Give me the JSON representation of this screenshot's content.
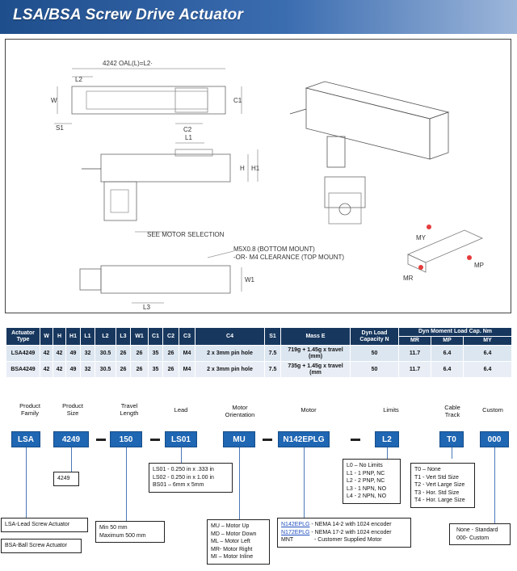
{
  "header": {
    "title": "LSA/BSA Screw Drive Actuator"
  },
  "drawing": {
    "oal_label": "4242 OAL(L)=L2·",
    "motor_selection_label": "SEE MOTOR SELECTION",
    "mount_note_1": "M5X0.8 (BOTTOM MOUNT)",
    "mount_note_2": "-OR- M4 CLEARANCE (TOP MOUNT)",
    "dim_labels": [
      "L2",
      "W",
      "C1",
      "S1",
      "C2",
      "L1",
      "H",
      "H1",
      "W1",
      "L3"
    ],
    "moment_labels": [
      "MY",
      "MR",
      "MP"
    ]
  },
  "spec_table": {
    "headers": [
      "Actuator Type",
      "W",
      "H",
      "H1",
      "L1",
      "L2",
      "L3",
      "W1",
      "C1",
      "C2",
      "C3",
      "C4",
      "S1",
      "Mass E",
      "Dyn Load Capacity N",
      "MR",
      "MP",
      "MY"
    ],
    "moment_group_label": "Dyn Moment Load Cap. Nm",
    "rows": [
      [
        "LSA4249",
        "42",
        "42",
        "49",
        "32",
        "30.5",
        "26",
        "26",
        "35",
        "26",
        "M4",
        "2 x 3mm pin hole",
        "7.5",
        "719g + 1.45g x travel (mm)",
        "50",
        "11.7",
        "6.4",
        "6.4"
      ],
      [
        "BSA4249",
        "42",
        "42",
        "49",
        "32",
        "30.5",
        "26",
        "26",
        "35",
        "26",
        "M4",
        "2 x 3mm pin hole",
        "7.5",
        "735g + 1.45g x travel (mm",
        "50",
        "11.7",
        "6.4",
        "6.4"
      ]
    ]
  },
  "part_number": {
    "fields": [
      {
        "header": "Product Family",
        "value": "LSA"
      },
      {
        "header": "Product Size",
        "value": "4249"
      },
      {
        "header": "Travel Length",
        "value": "150"
      },
      {
        "header": "Lead",
        "value": "LS01"
      },
      {
        "header": "Motor Orientation",
        "value": "MU"
      },
      {
        "header": "Motor",
        "value": "N142EPLG"
      },
      {
        "header": "Limits",
        "value": "L2"
      },
      {
        "header": "Cable Track",
        "value": "T0"
      },
      {
        "header": "Custom",
        "value": "000"
      }
    ],
    "size_options": [
      "4249"
    ],
    "family_options": [
      "LSA-Lead Screw Actuator",
      "BSA-Ball Screw Actuator"
    ],
    "travel_options": [
      "Min 50 mm",
      "Maximum 500 mm"
    ],
    "lead_options": [
      "LS01 - 0.250 in x .333 in",
      "LS02 - 0.250 in x 1.00 in",
      "BS01 – 6mm x 5mm"
    ],
    "orientation_options": [
      "MU – Motor Up",
      "MD – Motor Down",
      "ML – Motor Left",
      "MR- Motor Right",
      "MI – Motor Inline"
    ],
    "motor_options": [
      {
        "code": "N142EPLG",
        "desc": "-  NEMA 14-2 with 1024 encoder"
      },
      {
        "code": "N172EPLG",
        "desc": "-  NEMA 17-2 with 1024 encoder"
      },
      {
        "code": "MNT",
        "desc": "- Customer Supplied Motor"
      }
    ],
    "limit_options": [
      "L0 – No Limits",
      "L1 - 1 PNP, NC",
      "L2 - 2 PNP, NC",
      "L3 - 1 NPN, NO",
      "L4 - 2 NPN, NO"
    ],
    "cable_options": [
      "T0 – None",
      "T1 - Vert Std Size",
      "T2 - Vert Large Size",
      "T3 - Hor. Std Size",
      "T4 - Hor. Large Size"
    ],
    "custom_options": [
      "None - Standard",
      "000-  Custom"
    ]
  },
  "colors": {
    "banner": "#1f4e8c",
    "table_header": "#17375e",
    "table_cell": "#dce6f1",
    "part_box": "#1f66b3"
  }
}
